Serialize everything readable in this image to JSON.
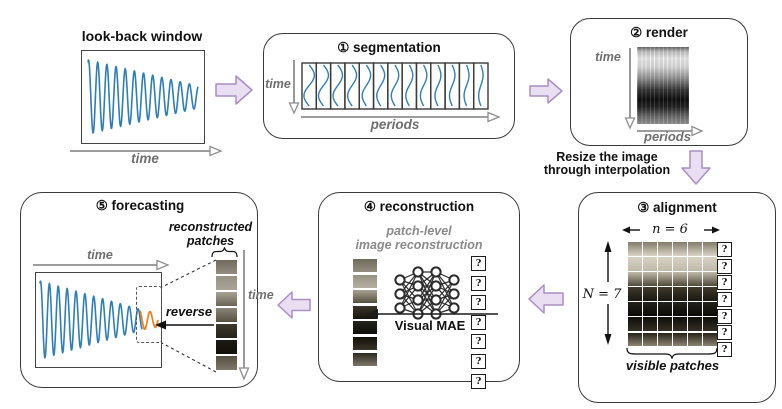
{
  "lookback": {
    "title": "look-back window",
    "time_label": "time"
  },
  "segmentation": {
    "title": "① segmentation",
    "time_label": "time",
    "periods_label": "periods",
    "num_segments": 13
  },
  "render": {
    "title": "② render",
    "time_label": "time",
    "periods_label": "periods"
  },
  "resize_note": {
    "line1": "Resize the image",
    "line2": "through interpolation"
  },
  "alignment": {
    "title": "③ alignment",
    "cols_label": "n = 6",
    "rows_label": "N = 7",
    "visible_label": "visible patches",
    "mask_symbol": "?",
    "rows": 7,
    "cols": 6,
    "row_gradients": [
      [
        "#837b6b",
        "#d9d4c6"
      ],
      [
        "#d6d1c3",
        "#c0baa9"
      ],
      [
        "#bfb9a9",
        "#4f4a3a"
      ],
      [
        "#3f3a2b",
        "#191711"
      ],
      [
        "#23211a",
        "#0b0a07"
      ],
      [
        "#0f0e0a",
        "#332f24"
      ],
      [
        "#262217",
        "#8d8574"
      ]
    ]
  },
  "reconstruction": {
    "title": "④ reconstruction",
    "subtitle_line1": "patch-level",
    "subtitle_line2": "image reconstruction",
    "mae_label": "Visual MAE",
    "mask_symbol": "?",
    "mask_count": 7,
    "patch_gradients": [
      [
        "#6f6a5c",
        "#938e7f"
      ],
      [
        "#989284",
        "#b5b0a2"
      ],
      [
        "#a8a294",
        "#55503f"
      ],
      [
        "#3a362a",
        "#16140e"
      ],
      [
        "#26231b",
        "#0e0d09"
      ],
      [
        "#121009",
        "#3a352a"
      ],
      [
        "#2c2920",
        "#7e776a"
      ]
    ]
  },
  "forecasting": {
    "title": "⑤ forecasting",
    "patches_label_line1": "reconstructed",
    "patches_label_line2": "patches",
    "time_label_top": "time",
    "time_label_right": "time",
    "reverse_label": "reverse",
    "patch_gradients": [
      [
        "#6f6a5c",
        "#938e7f"
      ],
      [
        "#989284",
        "#aaa496"
      ],
      [
        "#a8a294",
        "#6b6555"
      ],
      [
        "#8c8678",
        "#55503f"
      ],
      [
        "#3f3a2c",
        "#23211a"
      ],
      [
        "#1b1913",
        "#121009"
      ],
      [
        "#55503f",
        "#7e776a"
      ]
    ]
  },
  "colors": {
    "wave_blue": "#2e7eb8",
    "forecast_orange": "#f08122",
    "flow_arrow_fill": "#e9def2",
    "flow_arrow_stroke": "#a98fc2",
    "axis_gray": "#8f8f8f",
    "label_gray": "#6f6f6f"
  }
}
